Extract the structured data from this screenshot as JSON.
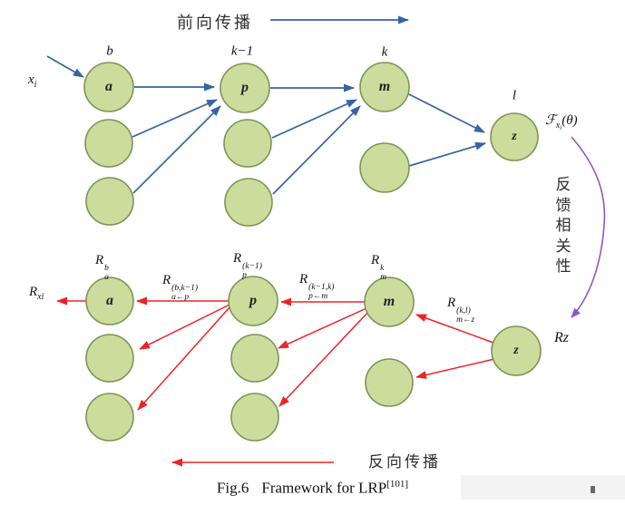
{
  "figure": {
    "forward_legend": "前向传播",
    "backward_legend": "反向传播",
    "feedback_label_chars": [
      "反",
      "馈",
      "相",
      "关",
      "性"
    ],
    "caption_fig": "Fig.6",
    "caption_title": "Framework for LRP",
    "caption_ref": "[101]"
  },
  "colors": {
    "node_fill": "#ccdc9d",
    "node_stroke": "#7f9355",
    "forward_arrow_blue": "#3465a4",
    "backward_arrow_red": "#ee2326",
    "feedback_arrow_purple": "#9055c8"
  },
  "layers": {
    "b": "b",
    "k_minus_1": "k−1",
    "k": "k",
    "l": "l"
  },
  "nodes": {
    "a": "a",
    "p": "p",
    "m": "m",
    "z": "z"
  },
  "math": {
    "x_i": {
      "base": "x",
      "sub": "i"
    },
    "f_theta": {
      "base": "ℱ",
      "sub": "x",
      "subsub": "i",
      "rest": "(θ)"
    },
    "r_xi": {
      "base": "R",
      "sub": "xi"
    },
    "r_z": {
      "base": "R",
      "rest": "z"
    },
    "r_a": {
      "base": "R",
      "sup": "b",
      "sub": "a"
    },
    "r_p": {
      "base": "R",
      "sup": "(k−1)",
      "sub": "p"
    },
    "r_m": {
      "base": "R",
      "sup": "k",
      "sub": "m"
    },
    "r_ap": {
      "base": "R",
      "sup": "(b,k−1)",
      "sub": "a←p"
    },
    "r_pm": {
      "base": "R",
      "sup": "(k−1,k)",
      "sub": "p←m"
    },
    "r_mz": {
      "base": "R",
      "sup": "(k,l)",
      "sub": "m←z"
    }
  }
}
